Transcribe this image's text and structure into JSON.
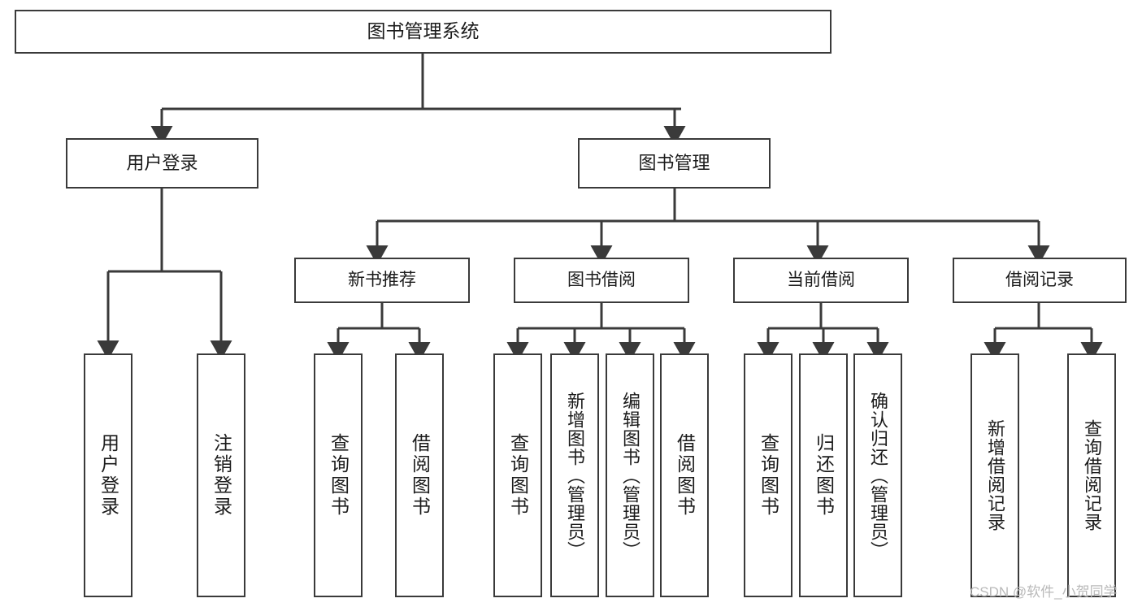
{
  "diagram": {
    "title": "图书管理系统",
    "type": "tree-hierarchy-diagram",
    "colors": {
      "box_border": "#3a3a3a",
      "box_fill": "#ffffff",
      "edge": "#3a3a3a",
      "text": "#1b1b1b",
      "watermark": "#b9b9b9",
      "background": "#ffffff"
    },
    "root": {
      "label": "图书管理系统"
    },
    "level2": [
      {
        "id": "user-login",
        "label": "用户登录"
      },
      {
        "id": "book-management",
        "label": "图书管理"
      }
    ],
    "level3": [
      {
        "id": "new-book-recommend",
        "label": "新书推荐"
      },
      {
        "id": "book-borrow",
        "label": "图书借阅"
      },
      {
        "id": "current-borrow",
        "label": "当前借阅"
      },
      {
        "id": "borrow-record",
        "label": "借阅记录"
      }
    ],
    "leaves": {
      "user_login": [
        {
          "id": "leaf-user-login",
          "label": "用户登录"
        },
        {
          "id": "leaf-logout-login",
          "label": "注销登录"
        }
      ],
      "new_book_recommend": [
        {
          "id": "leaf-query-book-1",
          "label": "查询图书"
        },
        {
          "id": "leaf-borrow-book-1",
          "label": "借阅图书"
        }
      ],
      "book_borrow": [
        {
          "id": "leaf-query-book-2",
          "label": "查询图书"
        },
        {
          "id": "leaf-add-book-admin",
          "label": "新增图书（管理员）"
        },
        {
          "id": "leaf-edit-book-admin",
          "label": "编辑图书（管理员）"
        },
        {
          "id": "leaf-borrow-book-2",
          "label": "借阅图书"
        }
      ],
      "current_borrow": [
        {
          "id": "leaf-query-book-3",
          "label": "查询图书"
        },
        {
          "id": "leaf-return-book",
          "label": "归还图书"
        },
        {
          "id": "leaf-confirm-return-admin",
          "label": "确认归还（管理员）"
        }
      ],
      "borrow_record": [
        {
          "id": "leaf-add-borrow-record",
          "label": "新增借阅记录"
        },
        {
          "id": "leaf-query-borrow-record",
          "label": "查询借阅记录"
        }
      ]
    }
  },
  "watermark": {
    "text": "CSDN @软件_小贺同学"
  }
}
